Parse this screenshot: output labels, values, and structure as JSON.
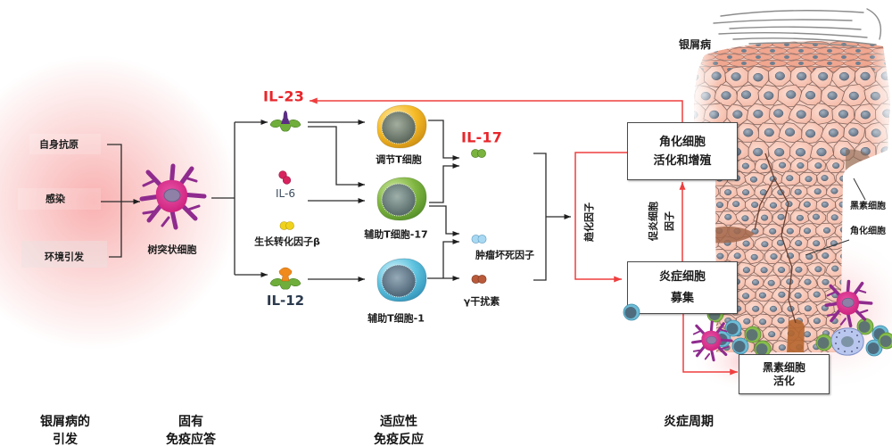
{
  "colors": {
    "red_label": "#e8262b",
    "red_arrow": "#ef3e3e",
    "line": "#2b2b2b",
    "treg_ring": "#f5b926",
    "th17_ring": "#7fb541",
    "th1_ring": "#5cc1de",
    "dendritic_cell": "#cc1f7c",
    "dc_processes": "#8f2b8e",
    "il6": "#d8235f",
    "tgfb": "#f0d21c",
    "il17": "#7ab33f",
    "tnf": "#a9d9f2",
    "ifng": "#b95a3a",
    "il23_subunit": "#5b2d82",
    "il12_subunit": "#f08a1c",
    "cytokine_base": "#6fae3b",
    "keratinocyte": "#f4b7a4",
    "nucleus": "#5f6e80"
  },
  "triggers": {
    "items": [
      {
        "label": "自身抗原"
      },
      {
        "label": "感染"
      },
      {
        "label": "环境引发"
      }
    ]
  },
  "innate": {
    "dendritic_cell": {
      "label": "树突状细胞"
    },
    "cytokines": {
      "il23": {
        "label": "IL-23"
      },
      "il6": {
        "label": "IL-6"
      },
      "tgfb": {
        "label": "生长转化因子β"
      },
      "il12": {
        "label": "IL-12"
      }
    }
  },
  "adaptive": {
    "t_cells": {
      "treg": {
        "label": "调节T细胞"
      },
      "th17": {
        "label": "辅助T细胞-17"
      },
      "th1": {
        "label": "辅助T细胞-1"
      }
    },
    "cytokines": {
      "il17": {
        "label": "IL-17"
      },
      "tnf": {
        "label": "肿瘤坏死因子"
      },
      "ifng": {
        "label": "γ干扰素"
      }
    }
  },
  "inflammatory_cycle": {
    "chemokines_label": "趋化因子",
    "proinflammatory_label": {
      "lines": [
        "促炎细胞",
        "因子"
      ]
    },
    "boxes": {
      "keratinocyte": {
        "lines": [
          "角化细胞",
          "活化和增殖"
        ]
      },
      "inflammatory": {
        "lines": [
          "炎症细胞",
          "募集"
        ]
      },
      "melanocyte": {
        "lines": [
          "黑素细胞",
          "活化"
        ]
      }
    }
  },
  "skin_illustration": {
    "title": "银屑病",
    "callouts": {
      "melanocyte": "黑素细胞",
      "keratinocyte": "角化细胞"
    }
  },
  "stages": [
    {
      "lines": [
        "银屑病的",
        "引发"
      ]
    },
    {
      "lines": [
        "固有",
        "免疫应答"
      ]
    },
    {
      "lines": [
        "适应性",
        "免疫反应"
      ]
    },
    {
      "lines": [
        "炎症周期"
      ]
    }
  ]
}
